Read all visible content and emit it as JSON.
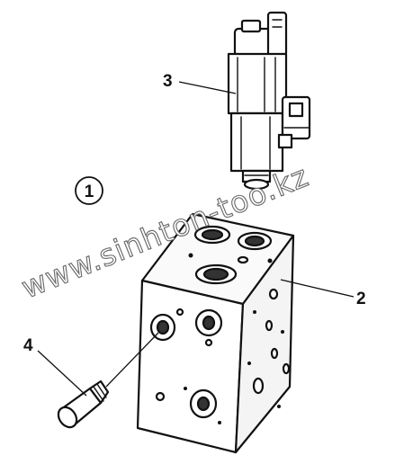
{
  "figure_marker": "1",
  "callouts": {
    "solenoid_valve": "3",
    "valve_block": "2",
    "plug": "4"
  },
  "watermark": "www.sinhton-too.kz",
  "colors": {
    "ink": "#111111",
    "background": "#ffffff",
    "watermark_outline": "#666666"
  }
}
